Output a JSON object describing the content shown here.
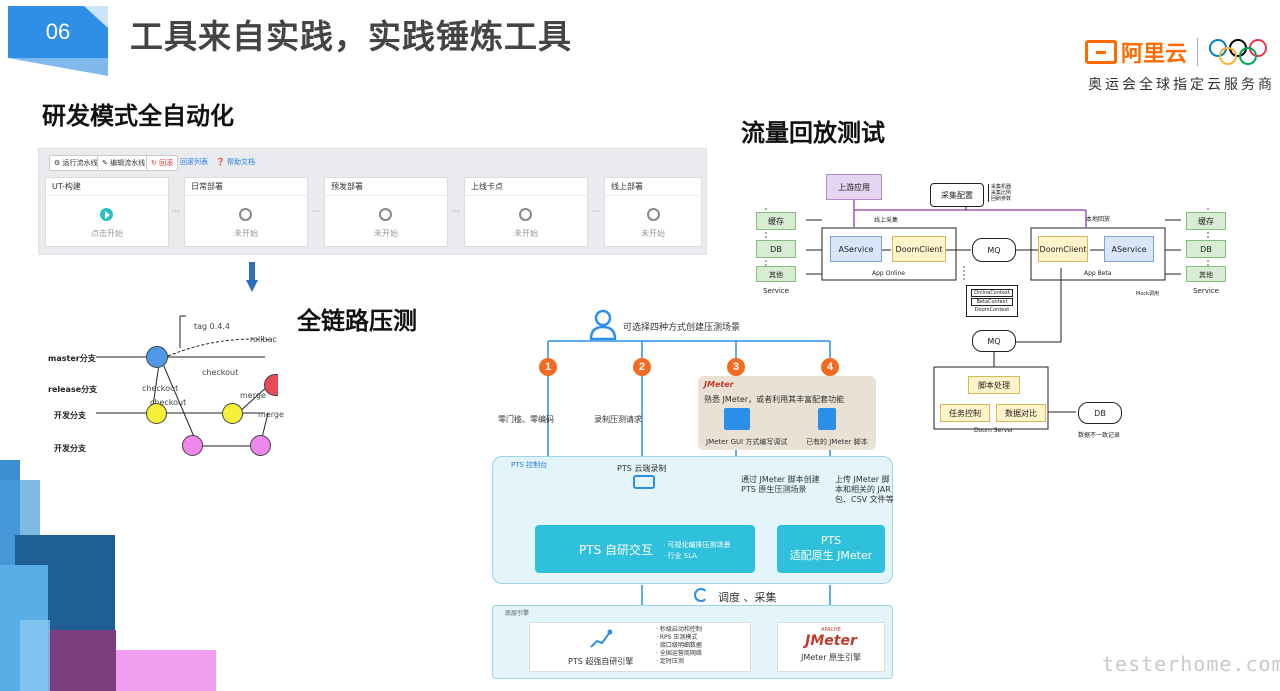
{
  "header": {
    "number": "06",
    "title": "工具来自实践，实践锤炼工具",
    "brand_name": "阿里云",
    "brand_sub": "奥运会全球指定云服务商"
  },
  "sections": {
    "auto": "研发模式全自动化",
    "replay": "流量回放测试",
    "stress": "全链路压测"
  },
  "pipeline": {
    "toolbar": [
      "运行流水线",
      "编辑流水线",
      "回滚",
      "回滚列表",
      "帮助文档"
    ],
    "stages": [
      {
        "title": "UT-构建",
        "status": "点击开始"
      },
      {
        "title": "日常部署",
        "status": "未开始"
      },
      {
        "title": "预发部署",
        "status": "未开始"
      },
      {
        "title": "上线卡点",
        "status": "未开始"
      },
      {
        "title": "线上部署",
        "status": "未开始"
      }
    ]
  },
  "git": {
    "branches": [
      "master分支",
      "release分支",
      "开发分支",
      "开发分支"
    ],
    "tag": "tag 0.4.4",
    "rollback": "rollbac",
    "checkout1": "checkout",
    "checkout2": "checkout",
    "checkout3": "checkout",
    "merge1": "merge",
    "merge2": "merge"
  },
  "pts": {
    "headline": "可选择四种方式创建压测场景",
    "steps": [
      "1",
      "2",
      "3",
      "4"
    ],
    "step1_text": "零门槛、零编码",
    "step2_text": "录制压测请求",
    "jmeter_brand": "JMeter",
    "jmeter_desc": "熟悉 JMeter，或者利用其丰富配套功能",
    "jmeter_gui": "JMeter GUI 方式编写调试",
    "jmeter_script": "已有的 JMeter 脚本",
    "console_label": "PTS 控制台",
    "cloud_record": "PTS 云端录制",
    "step3_text": "通过 JMeter 脚本创建 PTS 原生压测场景",
    "step4_text": "上传 JMeter 脚本和相关的 JAR 包、CSV 文件等",
    "self_interact": "PTS 自研交互",
    "self_features": [
      "可视化编排压测场景",
      "行业 SLA"
    ],
    "native_title": "PTS",
    "native_sub": "适配原生 JMeter",
    "schedule": "调度 、采集",
    "engine_label": "底层引擎",
    "engine_features": [
      "秒级启动和控制",
      "RPS 压测模式",
      "接口级明细数据",
      "全国运营商网络",
      "定时压测"
    ],
    "self_engine": "PTS 超强自研引擎",
    "apache": "APACHE",
    "jmeter_logo": "JMeter",
    "jmeter_engine": "JMeter 原生引擎"
  },
  "flow": {
    "upstream": "上游应用",
    "collect_config": "采集配置",
    "collect_notes": [
      "采集机器",
      "采集比例",
      "回刷参数"
    ],
    "online_collect": "线上采集",
    "local_replay": "本地回放",
    "left_stack": [
      "缓存",
      "DB",
      "其他Service"
    ],
    "right_stack": [
      "缓存",
      "DB",
      "其他Service"
    ],
    "aservice_left": "AService",
    "doomclient_left": "DoomClient",
    "app_online": "App Online",
    "mq1": "MQ",
    "doomclient_right": "DoomClient",
    "aservice_right": "AService",
    "app_beta": "App Beta",
    "mock": "Mock调用",
    "contexts": [
      "OnlineContext",
      "BetaContext"
    ],
    "doomcontext": "DoomContext",
    "mq2": "MQ",
    "script": "脚本处理",
    "task": "任务控制",
    "compare": "数据对比",
    "doom_server": "Doom Server",
    "db": "DB",
    "inconsistent": "数据不一致记录"
  },
  "watermark": "testerhome.com"
}
